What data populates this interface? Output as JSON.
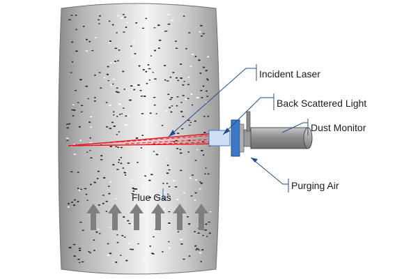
{
  "labels": {
    "incident_laser": "Incident Laser",
    "back_scattered_light": "Back Scattered Light",
    "dust_monitor": "Dust Monitor",
    "purging_air": "Purging Air",
    "flue_gas": "Flue Gas"
  },
  "colors": {
    "laser": "#e8141b",
    "leader": "#1f4e8c",
    "arrow": "#7f7f7f",
    "duct_light": "#f4f4f4",
    "duct_dark": "#8a8a8a",
    "monitor_body": "#9a9a9a",
    "flange": "#3c78c8"
  },
  "flow_arrow_icon": "up-arrow-icon",
  "flow_arrow_count": 6
}
